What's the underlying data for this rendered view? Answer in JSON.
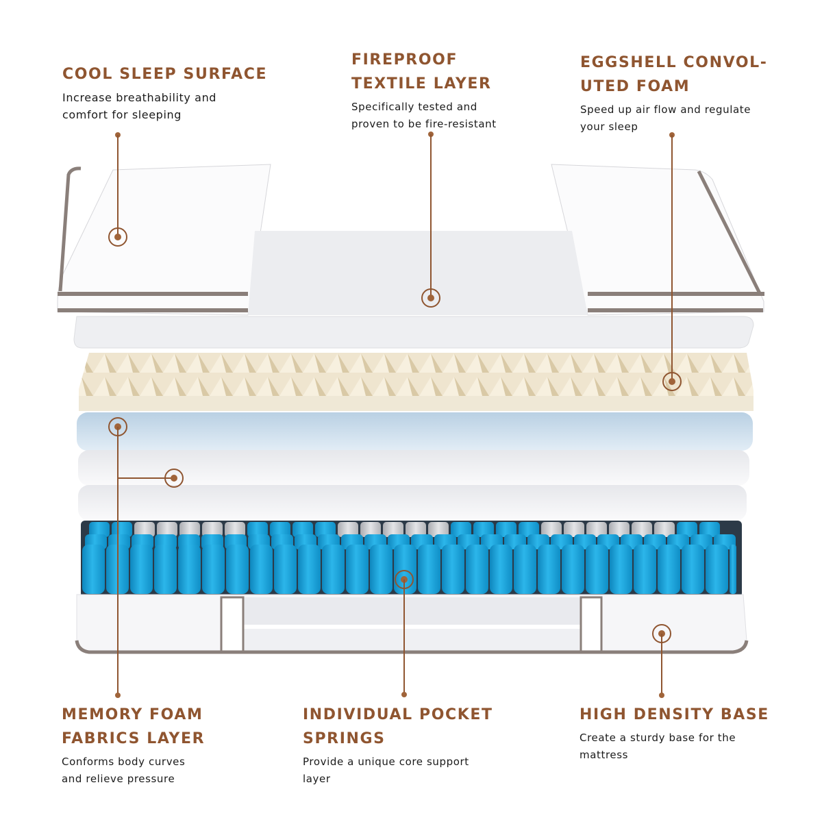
{
  "diagram": {
    "subject": "Mattress layer cross-section",
    "accent_color": "#8f5530",
    "text_color": "#1a1a1a",
    "callouts": [
      {
        "id": "cool-sleep-surface",
        "title_lines": [
          "COOL SLEEP SURFACE"
        ],
        "desc_lines": [
          "Increase breathability and",
          "comfort for sleeping"
        ]
      },
      {
        "id": "fireproof-textile-layer",
        "title_lines": [
          "FIREPROOF",
          "TEXTILE LAYER"
        ],
        "desc_lines": [
          "Specifically tested and",
          "proven to be fire-resistant"
        ]
      },
      {
        "id": "eggshell-convoluted-foam",
        "title_lines": [
          "EGGSHELL CONVOL-",
          "UTED FOAM"
        ],
        "desc_lines": [
          "Speed up air flow and regulate",
          "your sleep"
        ]
      },
      {
        "id": "memory-foam-fabrics-layer",
        "title_lines": [
          "MEMORY FOAM",
          "FABRICS LAYER"
        ],
        "desc_lines": [
          "Conforms body curves",
          "and relieve pressure"
        ]
      },
      {
        "id": "individual-pocket-springs",
        "title_lines": [
          "INDIVIDUAL POCKET",
          "SPRINGS"
        ],
        "desc_lines": [
          "Provide a unique core support",
          "layer"
        ]
      },
      {
        "id": "high-density-base",
        "title_lines": [
          "HIGH DENSITY BASE"
        ],
        "desc_lines": [
          "Create a sturdy base for the",
          "mattress"
        ]
      }
    ],
    "layers": [
      {
        "name": "quilted-top-cover",
        "color": "#f7f8fa"
      },
      {
        "name": "fireproof-textile",
        "color": "#ecedf0"
      },
      {
        "name": "eggshell-foam",
        "color": "#efe6d2"
      },
      {
        "name": "gel-memory-foam",
        "color": "#cfe0ee"
      },
      {
        "name": "comfort-foam-1",
        "color": "#f1f2f5"
      },
      {
        "name": "comfort-foam-2",
        "color": "#ececef"
      },
      {
        "name": "pocket-springs",
        "color": "#1ca3d8",
        "accent": "#c8c9cc"
      },
      {
        "name": "high-density-base",
        "color": "#f5f5f7",
        "trim": "#8c8480"
      }
    ]
  }
}
